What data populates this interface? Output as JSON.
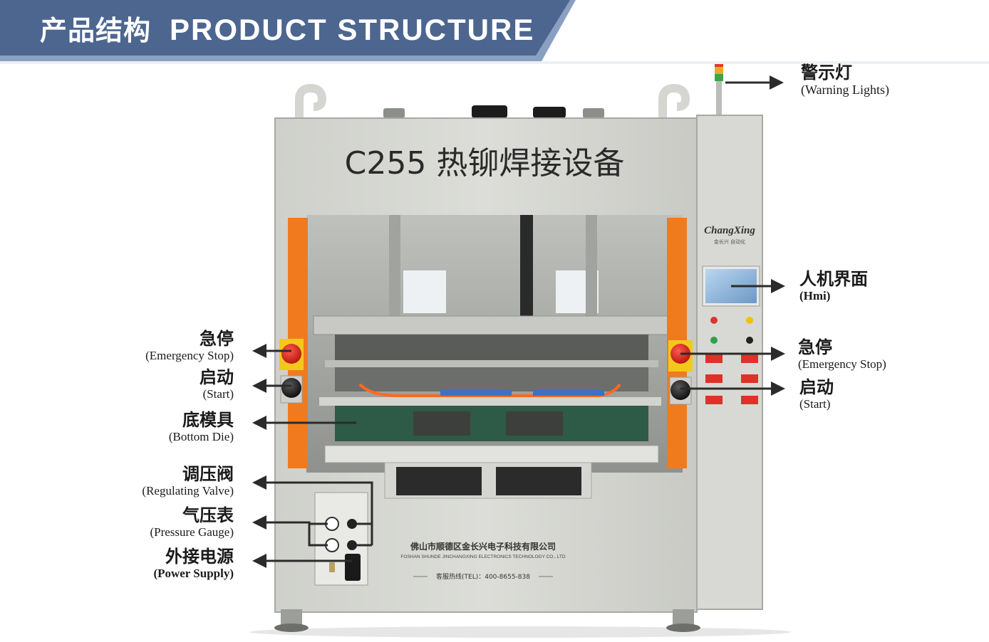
{
  "header": {
    "title_cn": "产品结构",
    "title_en": "PRODUCT STRUCTURE"
  },
  "machine": {
    "model_label": "C255 热铆焊接设备",
    "brand_logo": "ChangXing",
    "brand_sub": "金长兴 自动化",
    "company_cn": "佛山市顺德区金长兴电子科技有限公司",
    "company_en": "FOSHAN SHUNDE JINCHANGXING ELECTRONICS TECHNOLOGY CO., LTD",
    "hotline": "客服热线(TEL)：400-8655-838"
  },
  "callouts": {
    "warning_lights": {
      "cn": "警示灯",
      "en": "Warning Lights"
    },
    "hmi": {
      "cn": "人机界面",
      "en": "(Hmi)"
    },
    "estop_right": {
      "cn": "急停",
      "en": "(Emergency Stop)"
    },
    "start_right": {
      "cn": "启动",
      "en": "(Start)"
    },
    "estop_left": {
      "cn": "急停",
      "en": "(Emergency Stop)"
    },
    "start_left": {
      "cn": "启动",
      "en": "(Start)"
    },
    "bottom_die": {
      "cn": "底模具",
      "en": "(Bottom Die)"
    },
    "regulating_valve": {
      "cn": "调压阀",
      "en": "(Regulating Valve)"
    },
    "pressure_gauge": {
      "cn": "气压表",
      "en": "(Pressure Gauge)"
    },
    "power_supply": {
      "cn": "外接电源",
      "en": "(Power Supply)"
    }
  },
  "colors": {
    "banner": "#4d6690",
    "banner_edge": "#8aa0c2",
    "frame": "#d6d7d2",
    "frame_dark": "#a7a9a4",
    "orange": "#f07b1e",
    "arrow": "#2b2b2b",
    "estop_red": "#d8231b",
    "estop_yellow": "#f3c81d"
  }
}
